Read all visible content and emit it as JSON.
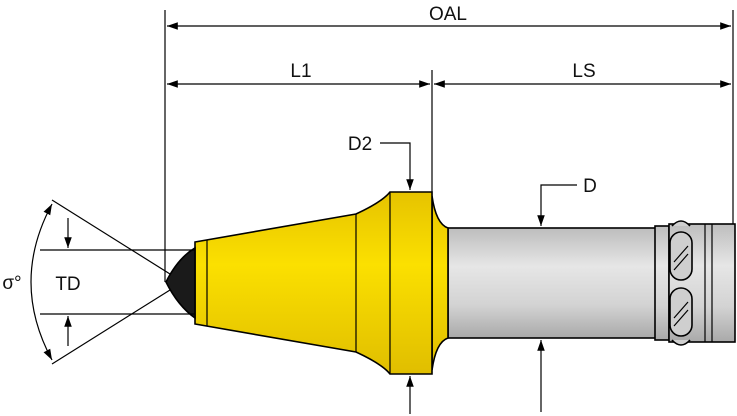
{
  "labels": {
    "oal": "OAL",
    "l1": "L1",
    "ls": "LS",
    "d2": "D2",
    "d": "D",
    "td": "TD",
    "sigma": "σ°"
  },
  "colors": {
    "cutter_body": "#f5d800",
    "shank": "#d9d9d9",
    "tip": "#1a1a1a",
    "outline": "#000000"
  }
}
